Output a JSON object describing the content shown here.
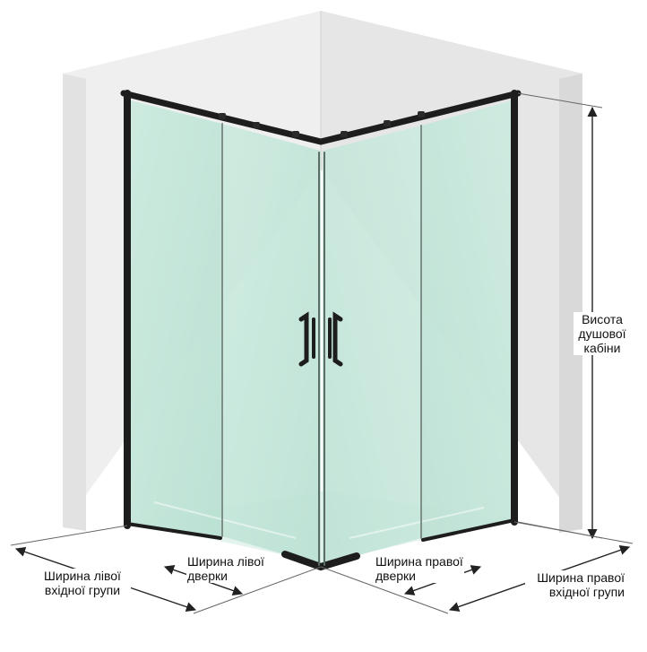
{
  "labels": {
    "height": {
      "line1": "Висота",
      "line2": "душової",
      "line3": "кабіни"
    },
    "left_entry_width": {
      "line1": "Ширина лівої",
      "line2": "вхідної групи"
    },
    "left_door_width": {
      "line1": "Ширина лівої",
      "line2": "дверки"
    },
    "right_door_width": {
      "line1": "Ширина правої",
      "line2": "дверки"
    },
    "right_entry_width": {
      "line1": "Ширина правої",
      "line2": "вхідної групи"
    }
  },
  "colors": {
    "wall_light": "#ececec",
    "wall_shade": "#dcdcdc",
    "glass": "#c4e6da",
    "glass_edge": "#a9d2c4",
    "frame": "#1d1d1d",
    "dimension_line": "#222222"
  }
}
